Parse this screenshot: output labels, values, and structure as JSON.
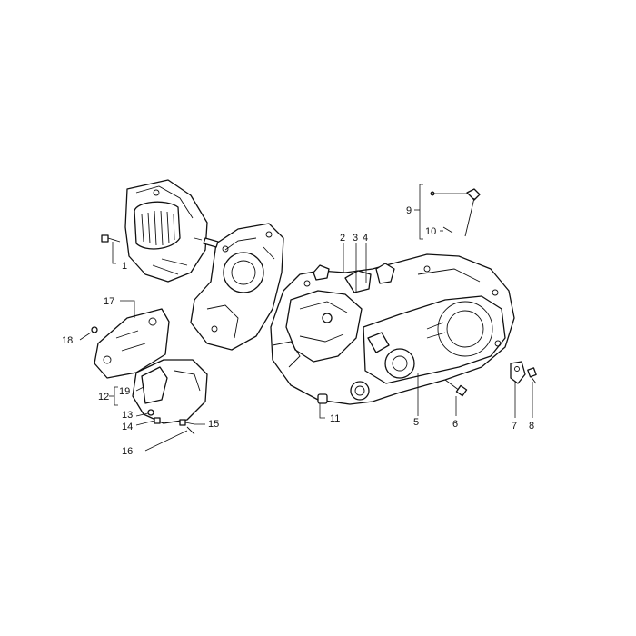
{
  "diagram": {
    "callouts": [
      {
        "id": "c1",
        "text": "1"
      },
      {
        "id": "c2",
        "text": "2"
      },
      {
        "id": "c3",
        "text": "3"
      },
      {
        "id": "c4",
        "text": "4"
      },
      {
        "id": "c5",
        "text": "5"
      },
      {
        "id": "c6",
        "text": "6"
      },
      {
        "id": "c7",
        "text": "7"
      },
      {
        "id": "c8",
        "text": "8"
      },
      {
        "id": "c9",
        "text": "9"
      },
      {
        "id": "c10",
        "text": "10"
      },
      {
        "id": "c11",
        "text": "11"
      },
      {
        "id": "c12",
        "text": "12"
      },
      {
        "id": "c13",
        "text": "13"
      },
      {
        "id": "c14",
        "text": "14"
      },
      {
        "id": "c15",
        "text": "15"
      },
      {
        "id": "c16",
        "text": "16"
      },
      {
        "id": "c17",
        "text": "17"
      },
      {
        "id": "c18",
        "text": "18"
      },
      {
        "id": "c19",
        "text": "19"
      }
    ],
    "colors": {
      "background": "#ffffff",
      "ink": "#111111"
    }
  }
}
